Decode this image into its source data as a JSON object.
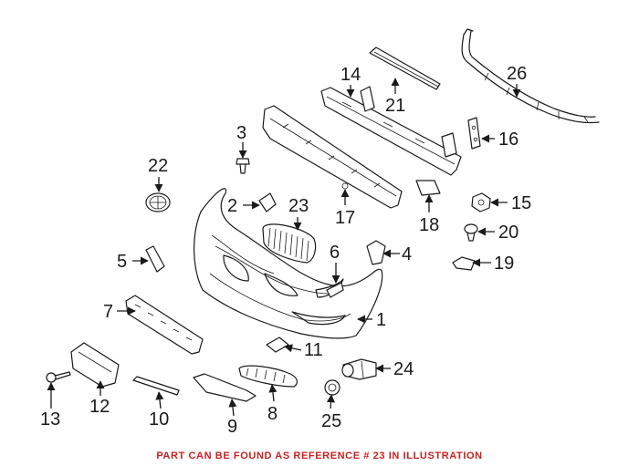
{
  "labels": {
    "p1": "1",
    "p2": "2",
    "p3": "3",
    "p4": "4",
    "p5": "5",
    "p6": "6",
    "p7": "7",
    "p8": "8",
    "p9": "9",
    "p10": "10",
    "p11": "11",
    "p12": "12",
    "p13": "13",
    "p14": "14",
    "p15": "15",
    "p16": "16",
    "p17": "17",
    "p18": "18",
    "p19": "19",
    "p20": "20",
    "p21": "21",
    "p22": "22",
    "p23": "23",
    "p24": "24",
    "p25": "25",
    "p26": "26"
  },
  "footer": {
    "note": "PART CAN BE FOUND AS REFERENCE # 23 IN ILLUSTRATION",
    "color": "#cc1f1f"
  },
  "colors": {
    "line": "#1a1a1a"
  }
}
